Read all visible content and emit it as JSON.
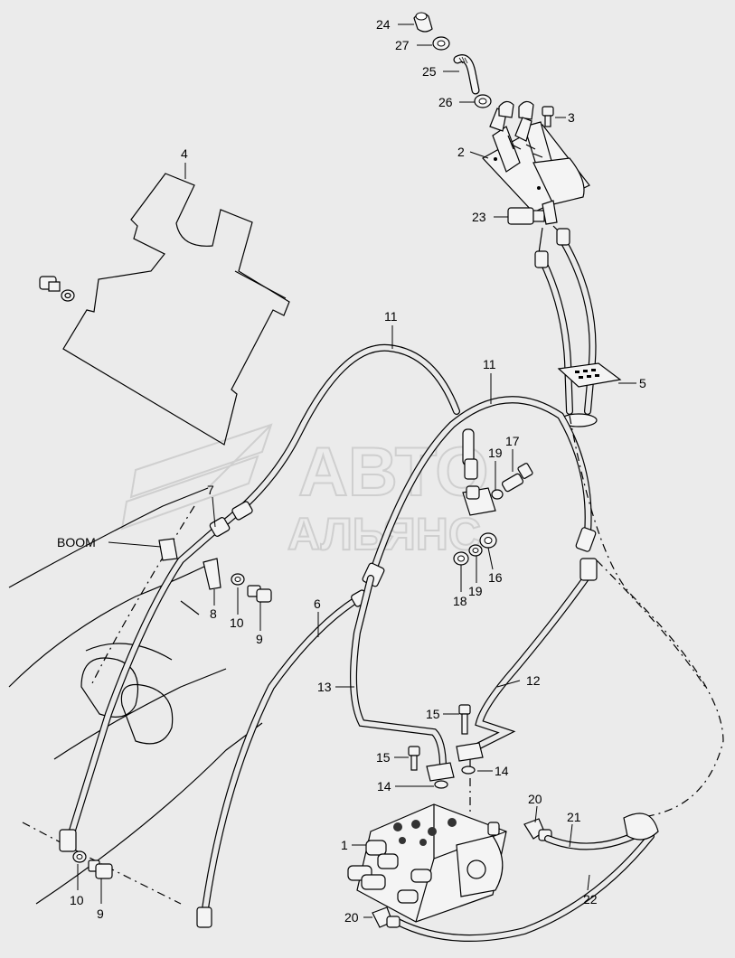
{
  "watermark": {
    "line1": "АВТО",
    "line2": "АЛЬЯНС"
  },
  "labels": [
    {
      "id": "p24",
      "text": "24"
    },
    {
      "id": "p27",
      "text": "27"
    },
    {
      "id": "p25",
      "text": "25"
    },
    {
      "id": "p26",
      "text": "26"
    },
    {
      "id": "p3",
      "text": "3"
    },
    {
      "id": "p2",
      "text": "2"
    },
    {
      "id": "p4",
      "text": "4"
    },
    {
      "id": "p23",
      "text": "23"
    },
    {
      "id": "p11a",
      "text": "11"
    },
    {
      "id": "p11b",
      "text": "11"
    },
    {
      "id": "p5",
      "text": "5"
    },
    {
      "id": "p19a",
      "text": "19"
    },
    {
      "id": "p17",
      "text": "17"
    },
    {
      "id": "p7",
      "text": "7"
    },
    {
      "id": "boom",
      "text": "BOOM"
    },
    {
      "id": "p8",
      "text": "8"
    },
    {
      "id": "p10a",
      "text": "10"
    },
    {
      "id": "p9a",
      "text": "9"
    },
    {
      "id": "p16",
      "text": "16"
    },
    {
      "id": "p18",
      "text": "18"
    },
    {
      "id": "p19b",
      "text": "19"
    },
    {
      "id": "p6",
      "text": "6"
    },
    {
      "id": "p12",
      "text": "12"
    },
    {
      "id": "p13",
      "text": "13"
    },
    {
      "id": "p15a",
      "text": "15"
    },
    {
      "id": "p15b",
      "text": "15"
    },
    {
      "id": "p14a",
      "text": "14"
    },
    {
      "id": "p14b",
      "text": "14"
    },
    {
      "id": "p1",
      "text": "1"
    },
    {
      "id": "p20a",
      "text": "20"
    },
    {
      "id": "p21",
      "text": "21"
    },
    {
      "id": "p22",
      "text": "22"
    },
    {
      "id": "p10b",
      "text": "10"
    },
    {
      "id": "p9b",
      "text": "9"
    },
    {
      "id": "p20b",
      "text": "20"
    }
  ]
}
